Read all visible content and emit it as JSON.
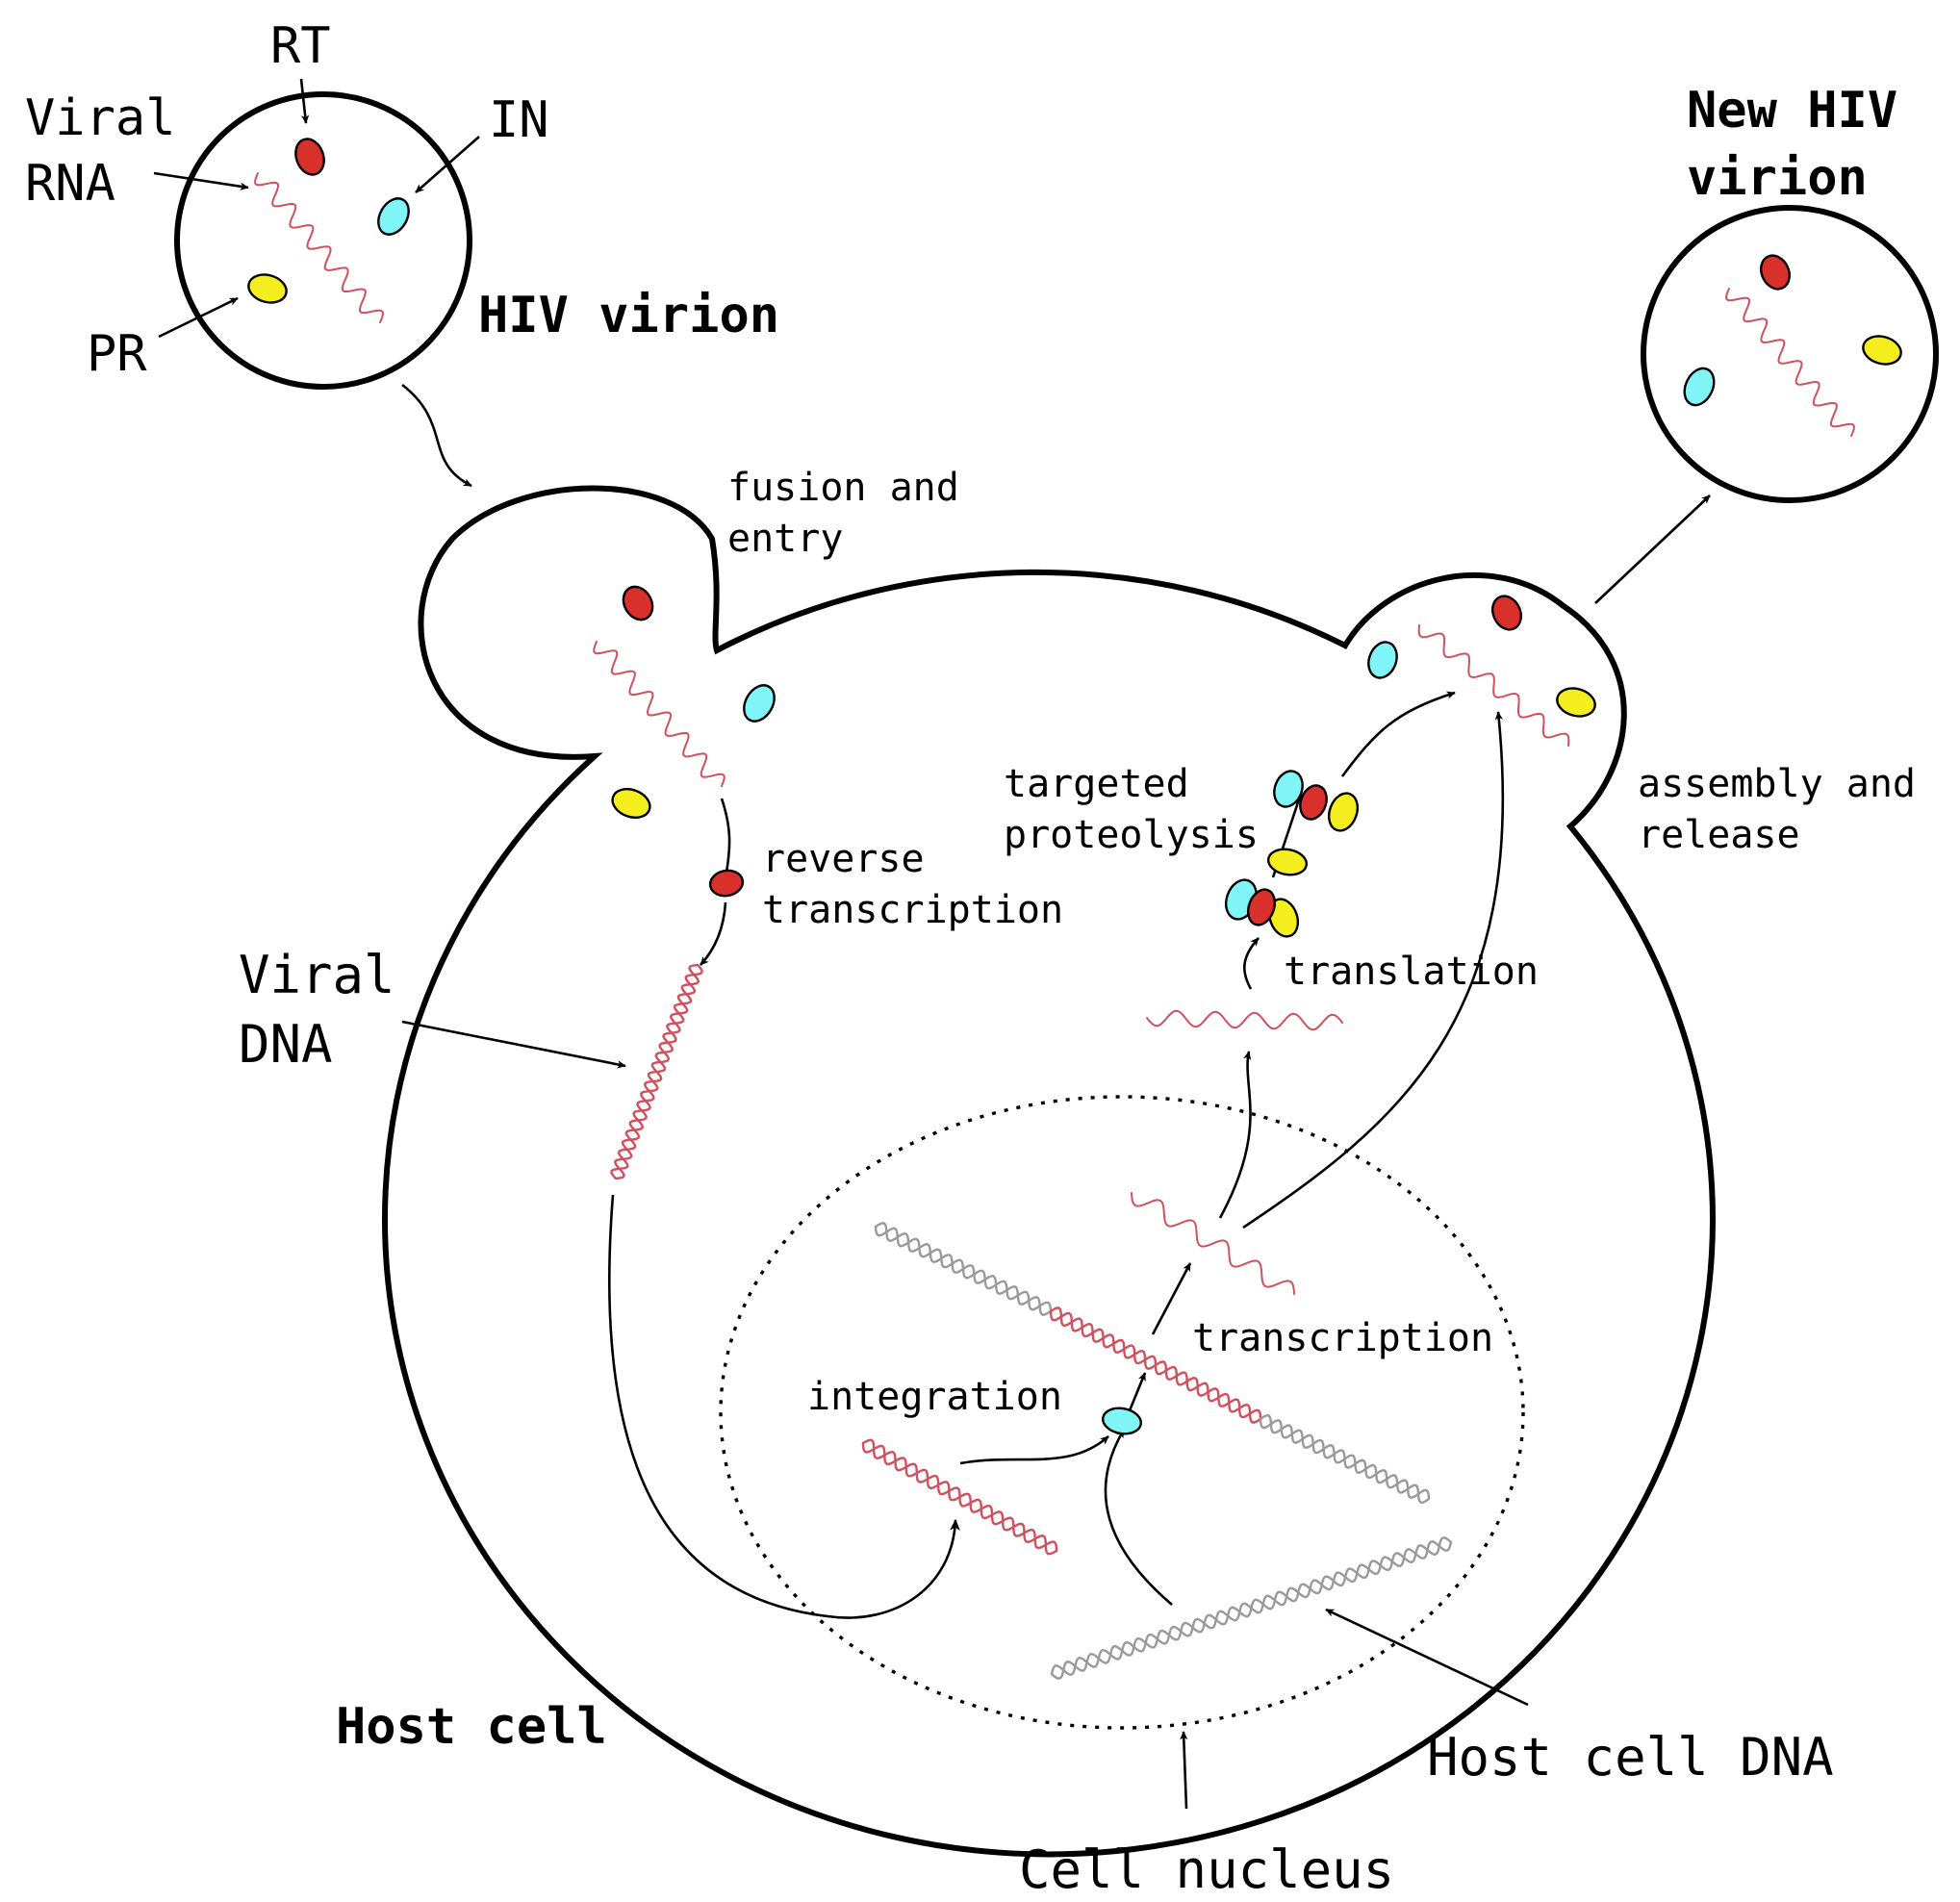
{
  "labels": {
    "rt": "RT",
    "viral_rna_1": "Viral",
    "viral_rna_2": "RNA",
    "in": "IN",
    "pr": "PR",
    "hiv_virion": "HIV virion",
    "new_hiv_virion_1": "New HIV",
    "new_hiv_virion_2": "virion",
    "fusion_1": "fusion and",
    "fusion_2": "entry",
    "reverse_transcription_1": "reverse",
    "reverse_transcription_2": "transcription",
    "viral_dna_1": "Viral",
    "viral_dna_2": "DNA",
    "targeted_proteolysis_1": "targeted",
    "targeted_proteolysis_2": "proteolysis",
    "assembly_1": "assembly and",
    "assembly_2": "release",
    "translation": "translation",
    "transcription": "transcription",
    "integration": "integration",
    "host_cell": "Host cell",
    "host_cell_dna": "Host cell DNA",
    "cell_nucleus": "Cell nucleus"
  },
  "colors": {
    "rt": "#d9302c",
    "in": "#7ff5f7",
    "pr": "#f5ee1f",
    "viral_nucleic_acid": "#d0505e",
    "host_dna": "#9a9a9a",
    "outline": "#000000"
  },
  "icons": {
    "enzyme_rt": "red-ellipse-icon",
    "enzyme_in": "cyan-ellipse-icon",
    "enzyme_pr": "yellow-ellipse-icon"
  }
}
